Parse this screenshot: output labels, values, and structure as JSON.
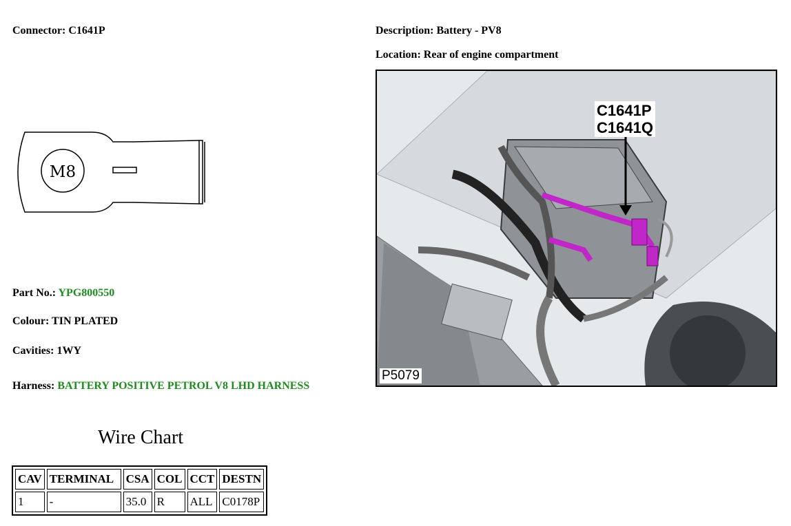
{
  "connector": {
    "label": "Connector:",
    "value": "C1641P"
  },
  "description": {
    "label": "Description:",
    "value": "Battery - PV8"
  },
  "location": {
    "label": "Location:",
    "value": "Rear of engine compartment"
  },
  "drawing": {
    "terminal_text": "M8"
  },
  "photo": {
    "id": "P5079",
    "callouts": [
      "C1641P",
      "C1641Q"
    ]
  },
  "part_no": {
    "label": "Part No.:",
    "value": "YPG800550"
  },
  "colour": {
    "label": "Colour:",
    "value": "TIN PLATED"
  },
  "cavities": {
    "label": "Cavities:",
    "value": "1WY"
  },
  "harness": {
    "label": "Harness:",
    "value": "BATTERY POSITIVE PETROL V8 LHD HARNESS"
  },
  "wire_chart": {
    "title": "Wire Chart",
    "columns": [
      "CAV",
      "TERMINAL",
      "CSA",
      "COL",
      "CCT",
      "DESTN"
    ],
    "rows": [
      [
        "1",
        "-",
        "35.0",
        "R",
        "ALL",
        "C0178P"
      ]
    ]
  },
  "colors": {
    "harness_magenta": "#c026c8",
    "part_green": "#1e8c1e"
  }
}
